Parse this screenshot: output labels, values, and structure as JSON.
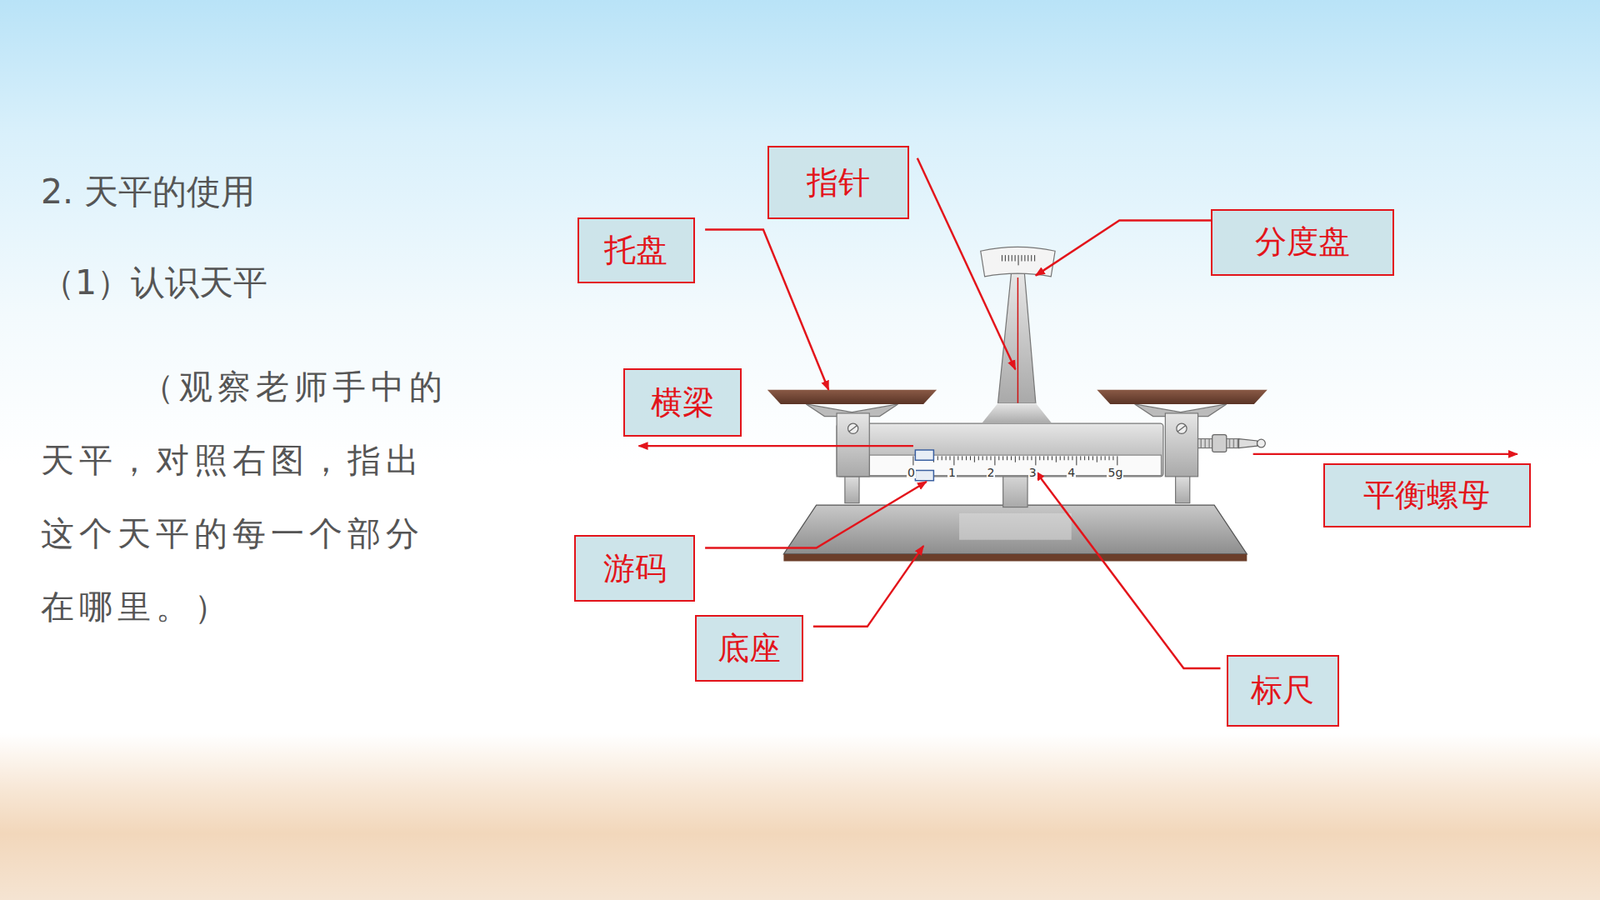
{
  "diagram": {
    "title": "2. 天平的使用",
    "nodes": [
      {
        "text": [
          "指针"
        ]
      },
      {
        "text": [
          "托盘"
        ]
      },
      {
        "text": [
          "分度盘"
        ]
      },
      {
        "text": [
          "横梁"
        ]
      },
      {
        "text": [
          "平衡螺母"
        ]
      },
      {
        "text": [
          "游码"
        ]
      },
      {
        "text": [
          "底座"
        ]
      },
      {
        "text": [
          "标尺"
        ]
      }
    ],
    "labels": [
      "（1）认识天平",
      "（观察老师手中的天平，对照右图，指出这个天平的每一个部分在哪里。）",
      "0",
      "1",
      "2",
      "3",
      "4",
      "5g"
    ]
  }
}
